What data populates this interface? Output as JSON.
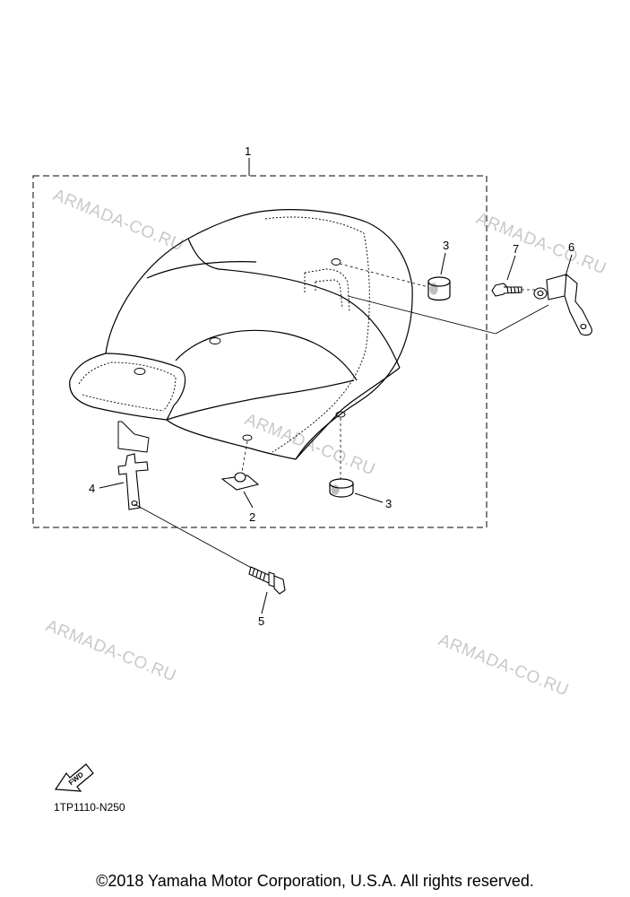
{
  "callouts": {
    "seat": "1",
    "nut": "2",
    "damper_upper": "3",
    "damper_lower": "3",
    "bracket_front": "4",
    "bolt_front": "5",
    "bracket_rear": "6",
    "bolt_rear": "7"
  },
  "watermarks": [
    "ARMADA-CO.RU",
    "ARMADA-CO.RU",
    "ARMADA-CO.RU",
    "ARMADA-CO.RU",
    "ARMADA-CO.RU"
  ],
  "fwd_label": "FWD",
  "part_number": "1TP1110-N250",
  "copyright": "©2018 Yamaha Motor Corporation, U.S.A. All rights reserved."
}
